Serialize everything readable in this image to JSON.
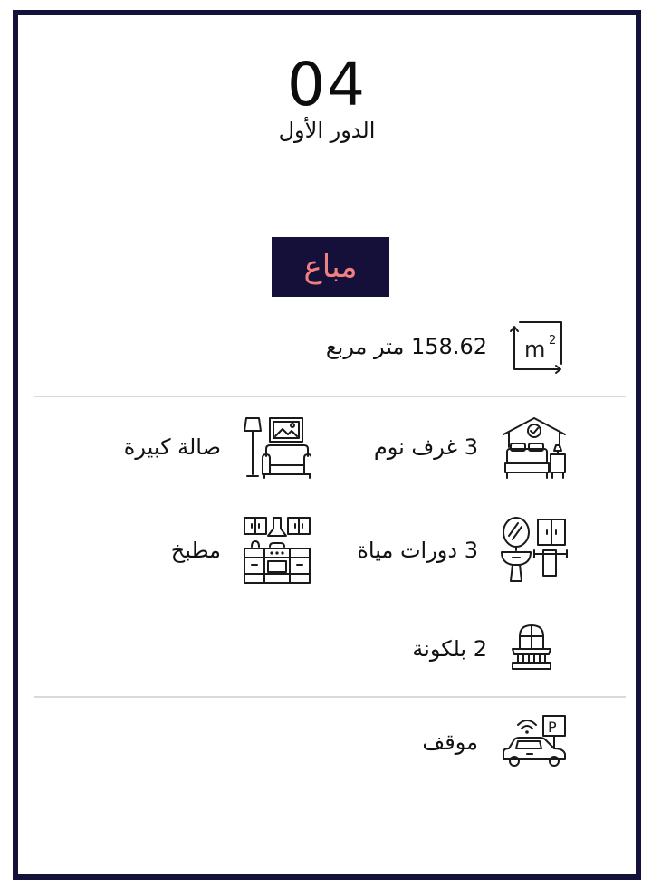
{
  "unit": {
    "number": "04",
    "floor": "الدور الأول",
    "status": "مباع"
  },
  "colors": {
    "border": "#14123a",
    "badge_bg": "#14103a",
    "badge_text": "#f0807f"
  },
  "features": {
    "area": {
      "label": "158.62 متر مربع",
      "icon": "area-m2-icon"
    },
    "bedrooms": {
      "label": "3 غرف نوم",
      "icon": "bedroom-icon"
    },
    "hall": {
      "label": "صالة كبيرة",
      "icon": "living-room-icon"
    },
    "bathrooms": {
      "label": "3 دورات مياة",
      "icon": "bathroom-icon"
    },
    "kitchen": {
      "label": "مطبخ",
      "icon": "kitchen-icon"
    },
    "balcony": {
      "label": "2 بلكونة",
      "icon": "balcony-icon"
    },
    "parking": {
      "label": "موقف",
      "icon": "parking-car-icon"
    }
  }
}
